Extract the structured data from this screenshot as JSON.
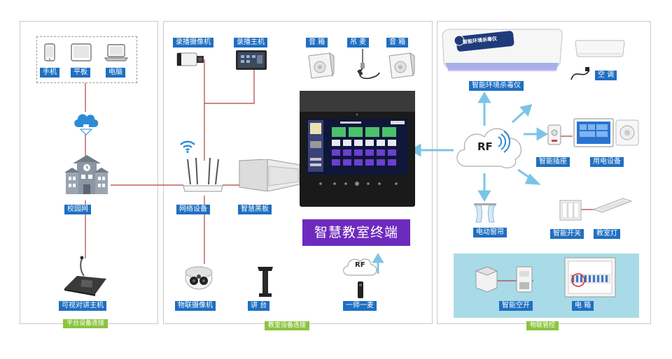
{
  "platform_panel": {
    "title": "平台设备连接",
    "devices": {
      "phone": "手机",
      "tablet": "平板",
      "computer": "电脑"
    },
    "campus_network": "校园网",
    "intercom_host": "可视对讲主机"
  },
  "classroom_panel": {
    "title": "教室设备连接",
    "recording_camera": "录播摄像机",
    "recording_host": "录播主机",
    "speaker_left": "音 箱",
    "hanging_mic": "吊 麦",
    "speaker_right": "音 箱",
    "network_device": "网络设备",
    "smart_blackboard": "智慧黑板",
    "iot_camera": "物联摄像机",
    "podium": "讲 台",
    "mic": "一师一麦",
    "terminal_title": "智慧教室终端",
    "rf": "RF"
  },
  "iot_panel": {
    "title": "物联管控",
    "sterilizer": "智能环境杀毒仪",
    "sterilizer_sticker": "智能环境杀毒仪",
    "air_conditioner": "空 调",
    "rf": "RF",
    "smart_socket": "智能插座",
    "power_device": "用电设备",
    "curtain": "电动窗帘",
    "smart_switch": "智能开关",
    "classroom_light": "教室灯",
    "smart_breaker": "智能空开",
    "electric_box": "电 箱"
  },
  "colors": {
    "label_bg": "#1f6fc2",
    "panel_title_bg": "#8cc43f",
    "terminal_title_bg": "#6d2bbd",
    "wire": "#b0413e",
    "arrow": "#7cc4e6",
    "cabinet_band": "#a8dbe7"
  }
}
